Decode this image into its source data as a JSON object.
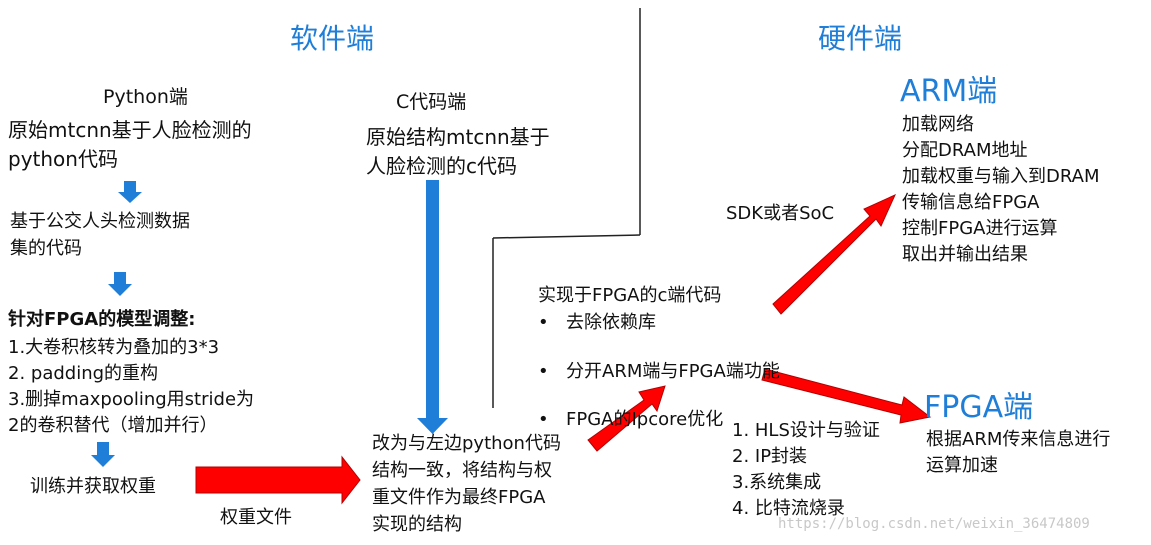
{
  "headers": {
    "software": "软件端",
    "hardware": "硬件端"
  },
  "python_col": {
    "title": "Python端",
    "original": [
      "原始mtcnn基于人脸检测的",
      "python代码"
    ],
    "dataset": [
      "基于公交人头检测数据",
      "集的代码"
    ],
    "adjust_title": "针对FPGA的模型调整:",
    "adjust_items": [
      "1.大卷积核转为叠加的3*3",
      "2. padding的重构",
      "3.删掉maxpooling用stride为",
      "2的卷积替代（增加并行）"
    ],
    "train": "训练并获取权重",
    "weights_label": "权重文件"
  },
  "c_col": {
    "title": "C代码端",
    "original": [
      "原始结构mtcnn基于",
      "人脸检测的c代码"
    ]
  },
  "final": [
    "改为与左边python代码",
    "结构一致，将结构与权",
    "重文件作为最终FPGA",
    "实现的结构"
  ],
  "fpga_c": {
    "title": "实现于FPGA的c端代码",
    "items": [
      "去除依赖库",
      "分开ARM端与FPGA端功能",
      "FPGA的Ipcore优化"
    ]
  },
  "sdk_label": "SDK或者SoC",
  "hls_steps": [
    "1. HLS设计与验证",
    "2. IP封装",
    "3.系统集成",
    "4. 比特流烧录"
  ],
  "arm": {
    "title": "ARM端",
    "items": [
      "加载网络",
      "分配DRAM地址",
      "加载权重与输入到DRAM",
      "传输信息给FPGA",
      "控制FPGA进行运算",
      "取出并输出结果"
    ]
  },
  "fpga": {
    "title": "FPGA端",
    "items": [
      "根据ARM传来信息进行",
      "运算加速"
    ]
  },
  "watermark": "https://blog.csdn.net/weixin_36474809",
  "colors": {
    "accent": "#1f7ed8",
    "arrow_red": "#ff0000",
    "arrow_blue": "#1f7ed8"
  }
}
